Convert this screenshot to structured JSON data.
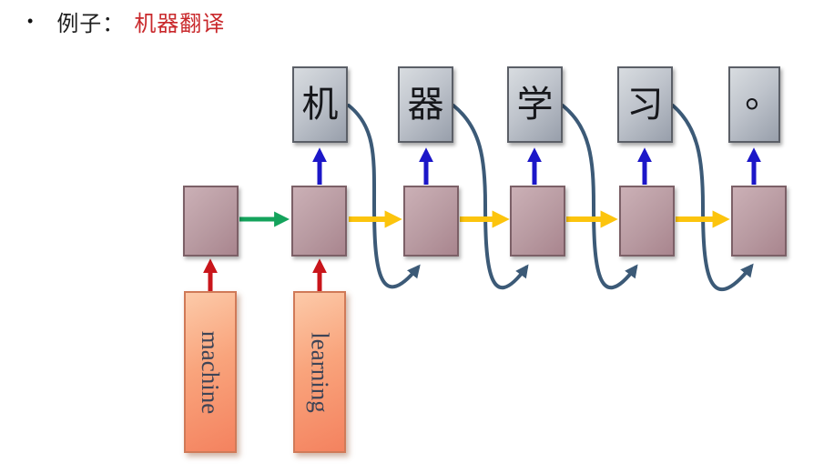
{
  "slide": {
    "bullet": "•",
    "title_prefix": "例子：",
    "title_highlight": "机器翻译"
  },
  "diagram": {
    "outputs": [
      {
        "label": "机"
      },
      {
        "label": "器"
      },
      {
        "label": "学"
      },
      {
        "label": "习"
      },
      {
        "label": "。"
      }
    ],
    "inputs": [
      {
        "label": "machine"
      },
      {
        "label": "learning"
      }
    ],
    "colors": {
      "title_highlight": "#c9282b",
      "output_box": "#b3bac4",
      "hidden_box": "#b89aa1",
      "input_box": "#f79c74",
      "input_arrow_red": "#c9151b",
      "encoder_arrow_green": "#14a35c",
      "state_arrow_yellow": "#fcc40d",
      "output_arrow_blue": "#1c17c8",
      "feedback_curve_slate": "#3c5a77"
    }
  }
}
